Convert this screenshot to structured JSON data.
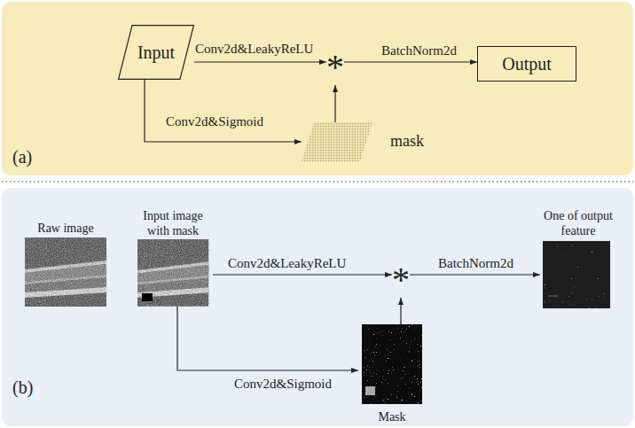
{
  "diagram": {
    "nodes": [
      {
        "text": [
          "(a)"
        ]
      },
      {
        "text": [
          "Input"
        ],
        "in": 0
      },
      {
        "text": [
          "*"
        ],
        "in": 0
      },
      {
        "text": [
          "Output"
        ],
        "in": 0
      },
      {
        "text": [
          "mask"
        ],
        "in": 0
      },
      {
        "text": [
          "(b)"
        ]
      },
      {
        "text": [
          "Raw image"
        ],
        "in": 5
      },
      {
        "text": [
          "Input image with mask"
        ],
        "in": 5
      },
      {
        "text": [
          "*"
        ],
        "in": 5
      },
      {
        "text": [
          "One of output feature"
        ],
        "in": 5
      },
      {
        "text": [
          "Mask"
        ],
        "in": 5
      }
    ],
    "edges": [
      {
        "from": 1,
        "to": 2,
        "arrow": "to",
        "label": "Conv2d&LeakyReLU"
      },
      {
        "from": 1,
        "to": 4,
        "arrow": "to",
        "label": "Conv2d&Sigmoid"
      },
      {
        "from": 4,
        "to": 2,
        "arrow": "to"
      },
      {
        "from": 2,
        "to": 3,
        "arrow": "to",
        "label": "BatchNorm2d"
      },
      {
        "from": 7,
        "to": 8,
        "arrow": "to",
        "label": "Conv2d&LeakyReLU"
      },
      {
        "from": 7,
        "to": 10,
        "arrow": "to",
        "label": "Conv2d&Sigmoid"
      },
      {
        "from": 10,
        "to": 8,
        "arrow": "to"
      },
      {
        "from": 8,
        "to": 9,
        "arrow": "to",
        "label": "BatchNorm2d"
      }
    ]
  }
}
